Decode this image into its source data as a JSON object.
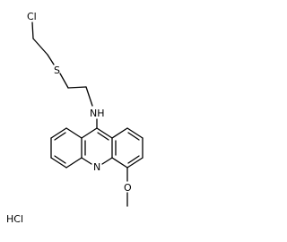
{
  "molecule": {
    "atoms": {
      "chlorine": "Cl",
      "sulfur": "S",
      "amine": "NH",
      "ring_nitrogen": "N",
      "oxygen": "O"
    },
    "salt": "HCl"
  },
  "colors": {
    "background": "#ffffff",
    "bonds": "#000000",
    "text": "#000000"
  }
}
